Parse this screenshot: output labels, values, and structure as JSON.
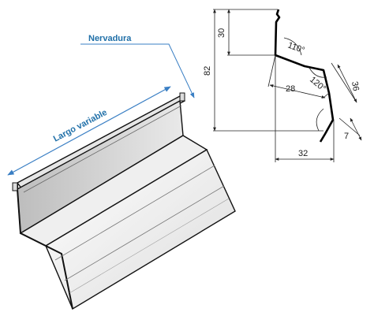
{
  "labels": {
    "nervadura": "Nervadura",
    "largo": "Largo variable"
  },
  "dimensions": {
    "total_height": "82",
    "top_height": "30",
    "angle_top": "110°",
    "angle_mid": "120°",
    "mid_width": "28",
    "slant": "36",
    "lip": "7",
    "bottom_width": "32"
  },
  "colors": {
    "annotation": "#1f6fa8",
    "dimension_line": "#3a7fc4",
    "outline": "#111111",
    "profile": "#000000"
  }
}
